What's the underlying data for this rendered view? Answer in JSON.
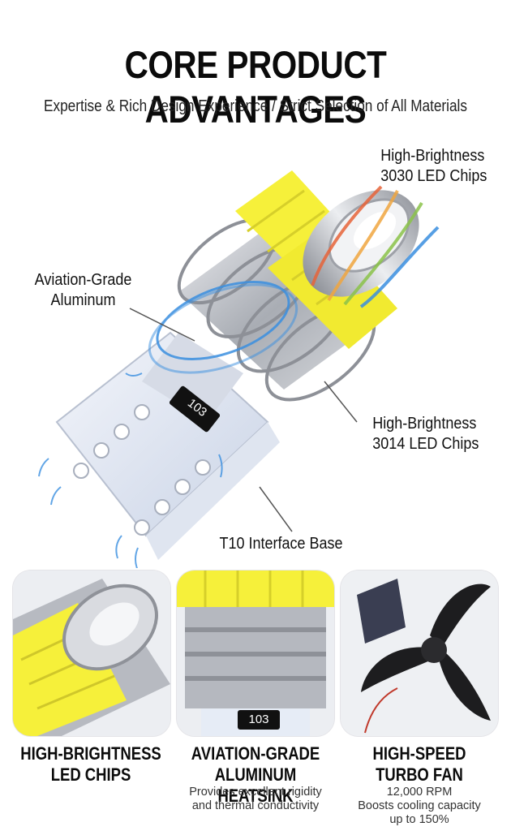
{
  "header": {
    "title": "CORE PRODUCT ADVANTAGES",
    "subtitle": "Expertise & Rich Design Experience / Strict Selection of All Materials"
  },
  "callouts": {
    "chips_3030_line1": "High-Brightness",
    "chips_3030_line2": "3030 LED Chips",
    "aluminum_line1": "Aviation-Grade",
    "aluminum_line2": "Aluminum",
    "chips_3014_line1": "High-Brightness",
    "chips_3014_line2": "3014 LED Chips",
    "base": "T10 Interface Base"
  },
  "bulb_label": "103",
  "features": [
    {
      "title_line1": "HIGH-BRIGHTNESS",
      "title_line2": "LED CHIPS",
      "desc_line1": "",
      "desc_line2": "",
      "desc_line3": ""
    },
    {
      "title_line1": "AVIATION-GRADE",
      "title_line2": "ALUMINUM HEATSINK",
      "desc_line1": "Provides excellent rigidity",
      "desc_line2": "and thermal conductivity",
      "desc_line3": ""
    },
    {
      "title_line1": "HIGH-SPEED",
      "title_line2": "TURBO FAN",
      "desc_line1": "12,000 RPM",
      "desc_line2": "Boosts cooling capacity",
      "desc_line3": "up to 150%"
    }
  ],
  "colors": {
    "led_yellow": "#f6f03a",
    "aluminum": "#b9bcc2",
    "airflow_blue": "#3a8fe0",
    "fan_dark": "#1d1d1f"
  }
}
